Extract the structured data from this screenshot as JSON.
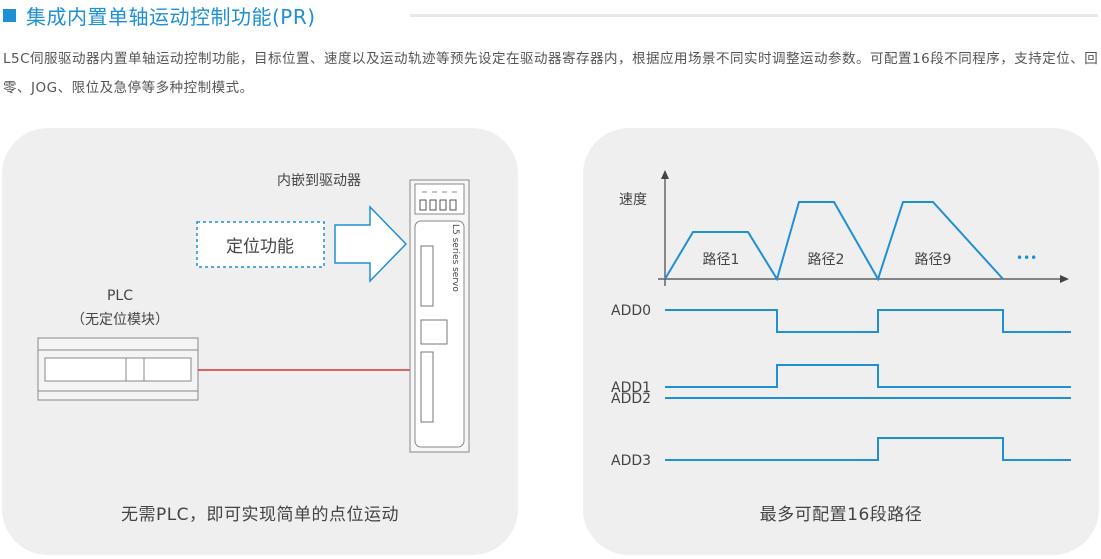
{
  "header": {
    "title": "集成内置单轴运动控制功能(PR)",
    "accent_color": "#1f8fd6"
  },
  "description": "L5C伺服驱动器内置单轴运动控制功能，目标位置、速度以及运动轨迹等预先设定在驱动器寄存器内，根据应用场景不同实时调整运动参数。可配置16段不同程序，支持定位、回零、JOG、限位及急停等多种控制模式。",
  "left_panel": {
    "embed_label": "内嵌到驱动器",
    "function_label": "定位功能",
    "plc_label": "PLC",
    "plc_sub_label": "（无定位模块）",
    "servo_text": "L5 series servo",
    "caption": "无需PLC，即可实现简单的点位运动",
    "wire_color": "#d93030"
  },
  "right_panel": {
    "speed_label": "速度",
    "path_labels": [
      "路径1",
      "路径2",
      "路径9"
    ],
    "ellipsis": "•••",
    "signals": [
      {
        "name": "ADD0",
        "states": [
          1,
          0,
          1,
          0
        ]
      },
      {
        "name": "ADD1",
        "states": [
          0,
          1,
          0,
          0
        ]
      },
      {
        "name": "ADD2",
        "states": [
          1,
          1,
          1,
          1
        ]
      },
      {
        "name": "ADD3",
        "states": [
          0,
          0,
          1,
          0
        ]
      }
    ],
    "caption": "最多可配置16段路径",
    "line_color": "#1f8fd6"
  }
}
